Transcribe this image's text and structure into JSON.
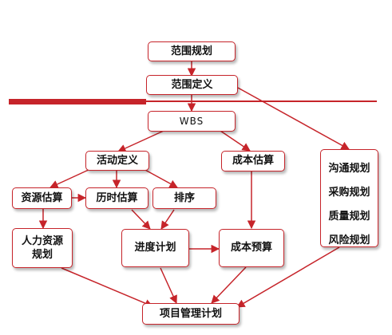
{
  "colors": {
    "accent": "#c6242a",
    "text": "#111111",
    "background": "#ffffff"
  },
  "nodes": {
    "scope_planning": "范围规划",
    "scope_definition": "范围定义",
    "wbs": "WBS",
    "activity_definition": "活动定义",
    "cost_estimating": "成本估算",
    "resource_estimating": "资源估算",
    "duration_estimating": "历时估算",
    "sequencing": "排序",
    "hr_planning": "人力资源规划",
    "schedule_planning": "进度计划",
    "cost_budgeting": "成本预算",
    "project_plan": "项目管理计划"
  },
  "side_group": {
    "items": [
      "沟通规划",
      "采购规划",
      "质量规划",
      "风险规划"
    ]
  }
}
